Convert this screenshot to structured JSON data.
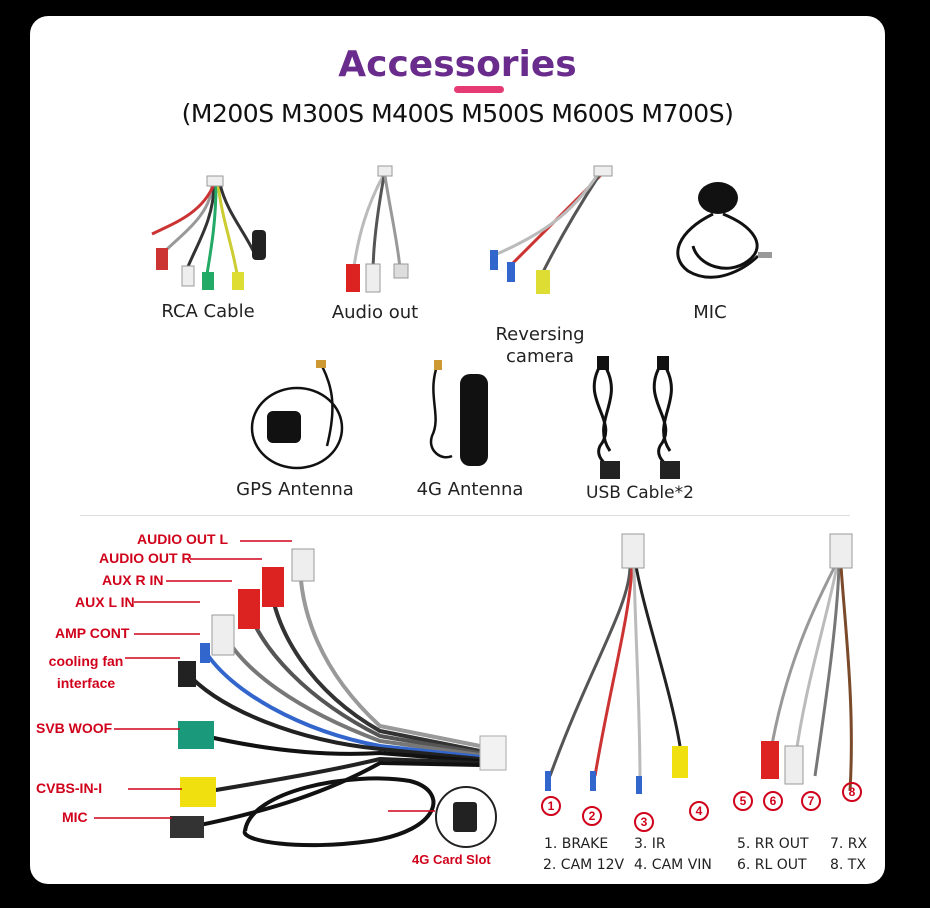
{
  "header": {
    "title": "Accessories",
    "models": "(M200S M300S M400S M500S M600S M700S)"
  },
  "accessories": [
    {
      "label": "RCA Cable"
    },
    {
      "label": "Audio out"
    },
    {
      "label": "Reversing\ncamera"
    },
    {
      "label": "MIC"
    },
    {
      "label": "GPS Antenna"
    },
    {
      "label": "4G Antenna"
    },
    {
      "label": "USB Cable*2"
    }
  ],
  "harness_labels": {
    "audio_out_l": "AUDIO OUT L",
    "audio_out_r": "AUDIO OUT R",
    "aux_r_in": "AUX R IN",
    "aux_l_in": "AUX L IN",
    "amp_cont": "AMP CONT",
    "cooling_fan": "cooling fan\ninterface",
    "svb_woof": "SVB WOOF",
    "cvbs_in": "CVBS-IN-I",
    "mic": "MIC",
    "card_slot": "4G Card Slot"
  },
  "numbers": [
    "1",
    "2",
    "3",
    "4",
    "5",
    "6",
    "7",
    "8"
  ],
  "legend": {
    "l1": "1. BRAKE",
    "l2": "2. CAM 12V",
    "l3": "3. IR",
    "l4": "4. CAM VIN",
    "l5": "5. RR OUT",
    "l6": "6. RL OUT",
    "l7": "7. RX",
    "l8": "8. TX"
  },
  "colors": {
    "title": "#6a2c8c",
    "accent": "#e63a74",
    "label_red": "#d0021b"
  }
}
